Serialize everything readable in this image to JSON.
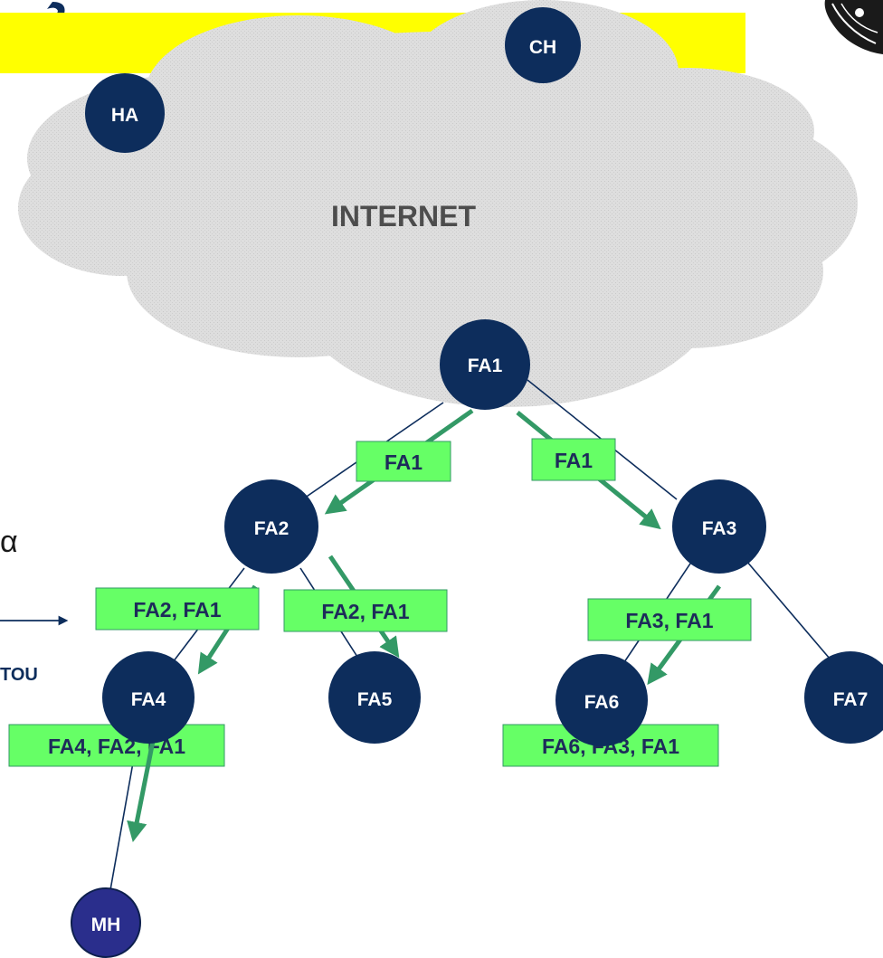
{
  "cloud": {
    "label": "INTERNET"
  },
  "nodes": {
    "ha": "HA",
    "ch": "CH",
    "fa1": "FA1",
    "fa2": "FA2",
    "fa3": "FA3",
    "fa4": "FA4",
    "fa5": "FA5",
    "fa6": "FA6",
    "fa7": "FA7",
    "mh": "MH"
  },
  "messages": {
    "fa1_left": "FA1",
    "fa1_right": "FA1",
    "fa2_left": "FA2, FA1",
    "fa2_right": "FA2, FA1",
    "fa3": "FA3, FA1",
    "fa4": "FA4, FA2, FA1",
    "fa6": "FA6, FA3, FA1"
  },
  "side": {
    "fragment_alpha": "α",
    "fragment_tou": "TOU"
  },
  "colors": {
    "title_bar": "#ffff00",
    "cloud": "#dcdcdc",
    "node": "#0d2d5c",
    "mh_node": "#2a2e8c",
    "tree_line": "#0d2d5c",
    "message_box": "#66ff66",
    "arrow": "#339966",
    "side_arrow": "#0d2d5c"
  },
  "icons": {
    "corner_emblem": "university-seal-icon"
  }
}
